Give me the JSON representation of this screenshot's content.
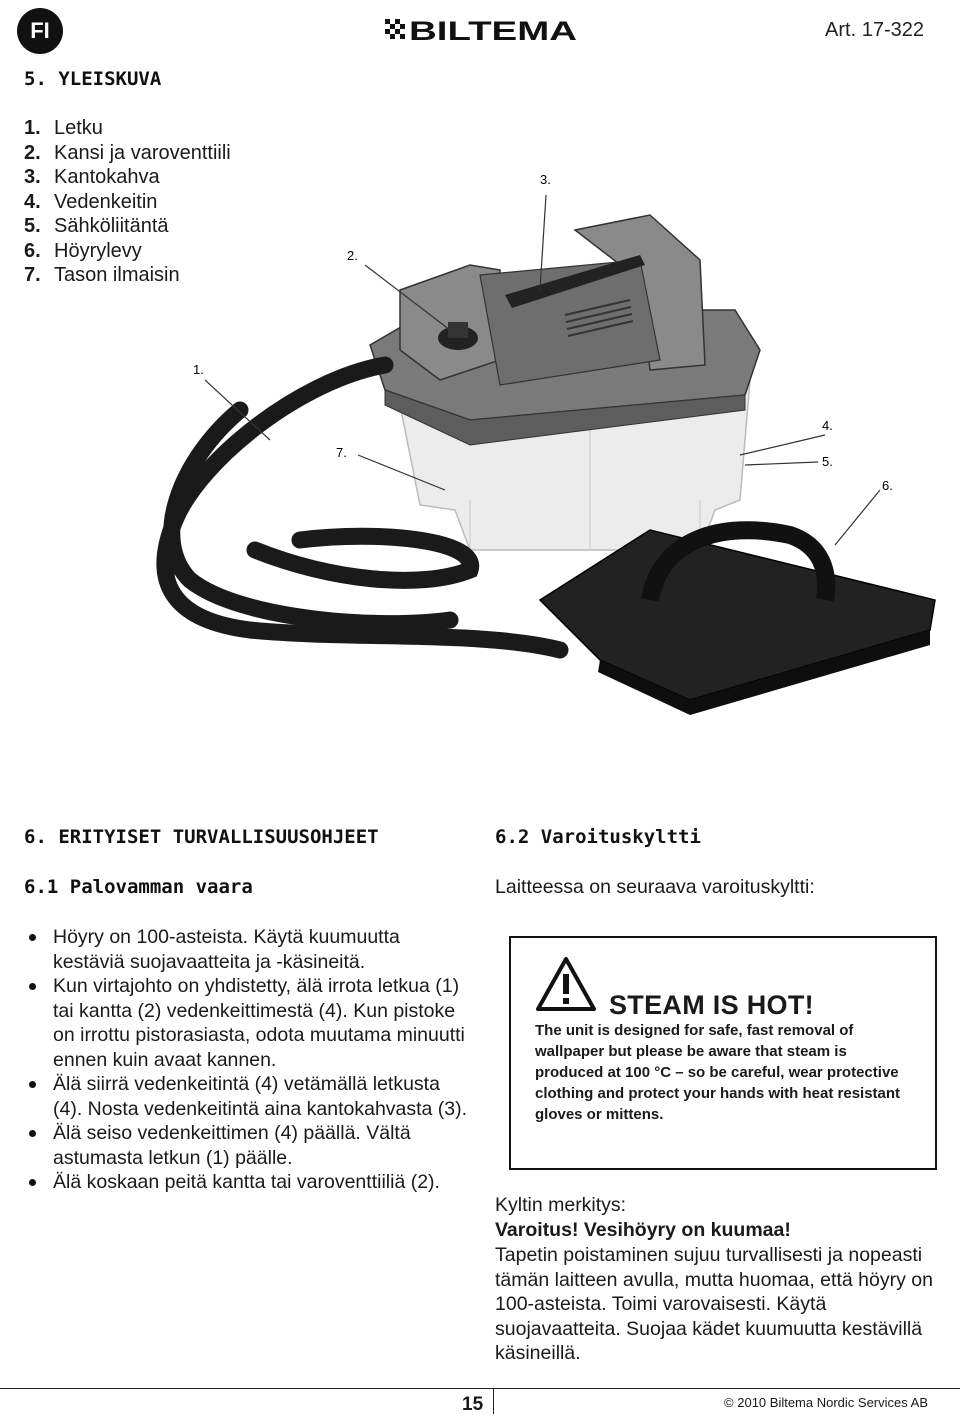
{
  "header": {
    "lang": "FI",
    "brand": "BILTEMA",
    "article": "Art. 17-322"
  },
  "section5": {
    "title": "5. YLEISKUVA",
    "parts": [
      {
        "num": "1.",
        "label": "Letku"
      },
      {
        "num": "2.",
        "label": "Kansi ja varoventtiili"
      },
      {
        "num": "3.",
        "label": "Kantokahva"
      },
      {
        "num": "4.",
        "label": "Vedenkeitin"
      },
      {
        "num": "5.",
        "label": "Sähköliitäntä"
      },
      {
        "num": "6.",
        "label": "Höyrylevy"
      },
      {
        "num": "7.",
        "label": "Tason ilmaisin"
      }
    ],
    "callouts": [
      "1.",
      "2.",
      "3.",
      "4.",
      "5.",
      "6.",
      "7."
    ]
  },
  "section6": {
    "title": "6. ERITYISET TURVALLISUUSOHJEET",
    "sub1_title": "6.1 Palovamman vaara",
    "bullets": [
      "Höyry on 100-asteista. Käytä kuumuutta kestäviä suojavaatteita ja -käsineitä.",
      "Kun virtajohto on yhdistetty, älä irrota letkua (1) tai kantta (2) vedenkeittimestä (4). Kun pistoke on irrottu pistorasiasta, odota muutama minuutti ennen kuin avaat kannen.",
      "Älä siirrä vedenkeitintä (4) vetämällä letkusta (4). Nosta vedenkeitintä aina kantokahvasta (3).",
      "Älä seiso vedenkeittimen (4) päällä. Vältä astumasta letkun (1) päälle.",
      "Älä koskaan peitä kantta tai varoventtiiliä (2)."
    ],
    "sub2_title": "6.2 Varoituskyltti",
    "sub2_intro": "Laitteessa on seuraava varoituskyltti:"
  },
  "warning_sign": {
    "heading": "STEAM IS HOT!",
    "text": "The unit is designed for safe, fast removal of wallpaper but please be aware that steam is produced at 100 °C – so be careful, wear protective clothing and protect your hands with heat resistant gloves or mittens."
  },
  "sign_meaning": {
    "label": "Kyltin merkitys:",
    "title": "Varoitus! Vesihöyry on kuumaa!",
    "text": "Tapetin poistaminen sujuu turvallisesti ja nopeasti tämän laitteen avulla, mutta huomaa, että höyry on 100-asteista. Toimi varovaisesti. Käytä suojavaatteita. Suojaa kädet kuumuutta kestävillä käsineillä."
  },
  "footer": {
    "page": "15",
    "copyright": "© 2010 Biltema Nordic Services AB"
  }
}
